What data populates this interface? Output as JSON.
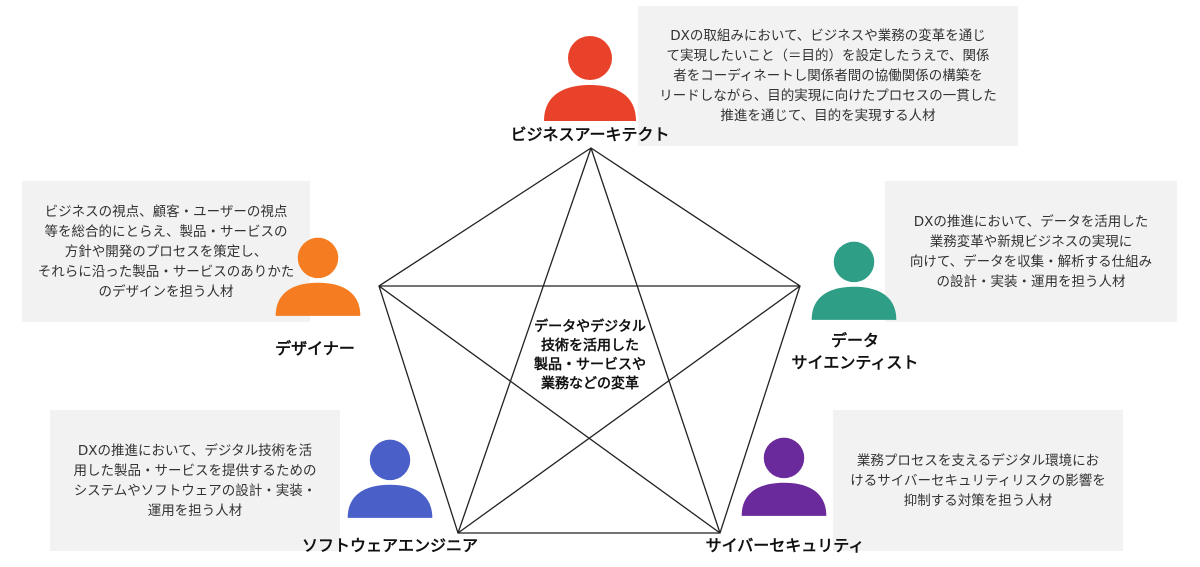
{
  "center": {
    "text": "データやデジタル\n技術を活用した\n製品・サービスや\n業務などの変革"
  },
  "roles": [
    {
      "id": "business-architect",
      "title": "ビジネスアーキテクト",
      "color": "#e8432a",
      "description": "DXの取組みにおいて、ビジネスや業務の変革を通じ\nて実現したいこと（＝目的）を設定したうえで、関係\n者をコーディネートし関係者間の協働関係の構築を\nリードしながら、目的実現に向けたプロセスの一貫した\n推進を通じて、目的を実現する人材"
    },
    {
      "id": "designer",
      "title": "デザイナー",
      "color": "#f57c20",
      "description": "ビジネスの視点、顧客・ユーザーの視点\n等を総合的にとらえ、製品・サービスの\n方針や開発のプロセスを策定し、\nそれらに沿った製品・サービスのありかた\nのデザインを担う人材"
    },
    {
      "id": "data-scientist",
      "title": "データ\nサイエンティスト",
      "color": "#2f9e86",
      "description": "DXの推進において、データを活用した\n業務変革や新規ビジネスの実現に\n向けて、データを収集・解析する仕組み\nの設計・実装・運用を担う人材"
    },
    {
      "id": "software-engineer",
      "title": "ソフトウェアエンジニア",
      "color": "#4a5fc8",
      "description": "DXの推進において、デジタル技術を活\n用した製品・サービスを提供するための\nシステムやソフトウェアの設計・実装・\n運用を担う人材"
    },
    {
      "id": "cyber-security",
      "title": "サイバーセキュリティ",
      "color": "#6a2a9c",
      "description": "業務プロセスを支えるデジタル環境にお\nけるサイバーセキュリティリスクの影響を\n抑制する対策を担う人材"
    }
  ]
}
